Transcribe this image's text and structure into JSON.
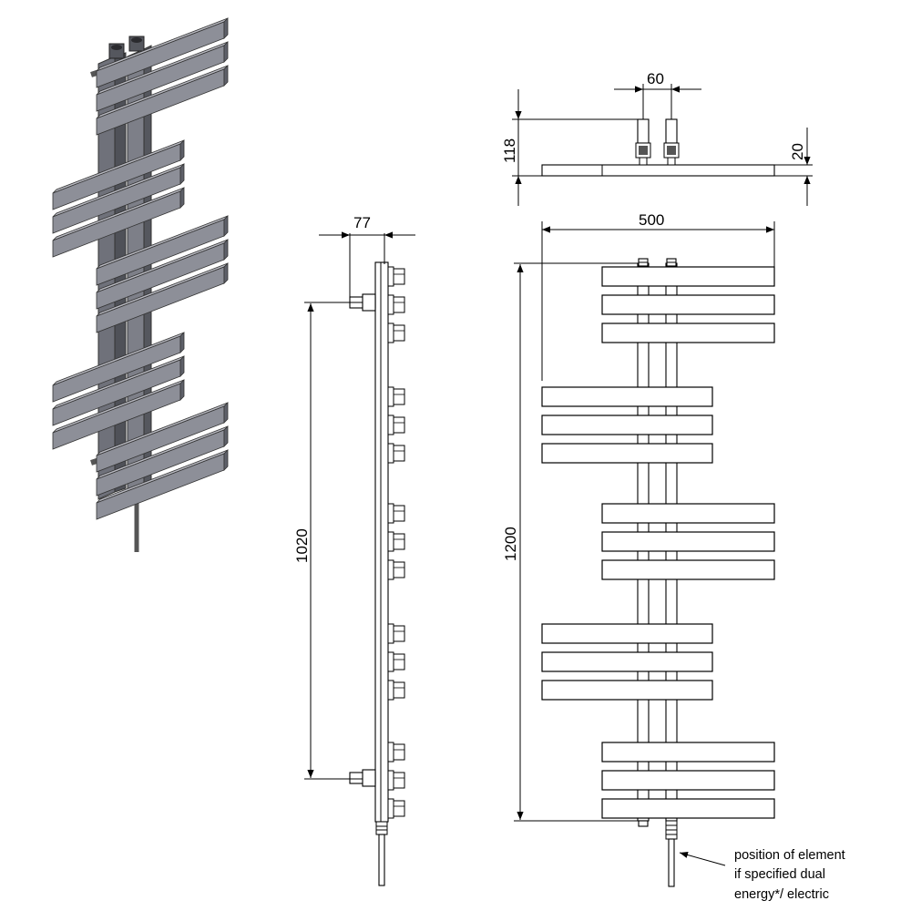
{
  "dimensions": {
    "side_depth": "77",
    "side_centres": "1020",
    "valve_spacing": "60",
    "top_height": "118",
    "top_thickness": "20",
    "width": "500",
    "height": "1200"
  },
  "note": {
    "line1": "position of element",
    "line2": "if specified dual",
    "line3": "energy*/ electric"
  },
  "colors": {
    "line": "#000000",
    "bar_front": "#8d8f98",
    "bar_top": "#b9bac2",
    "bar_side": "#5e6069"
  }
}
